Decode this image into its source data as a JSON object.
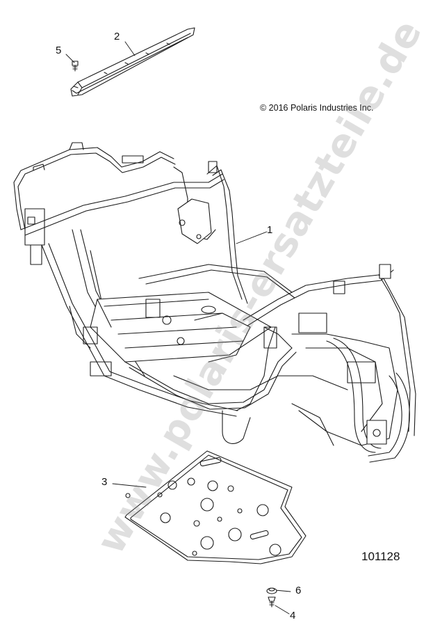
{
  "copyright": "© 2016 Polaris Industries Inc.",
  "diagram_id": "101128",
  "watermark": "www.polaris-ersatzteile.de",
  "callouts": [
    "1",
    "2",
    "3",
    "4",
    "5",
    "6"
  ],
  "colors": {
    "line": "#1a1a1a",
    "background": "#ffffff",
    "watermark": "#8c8c8c"
  }
}
